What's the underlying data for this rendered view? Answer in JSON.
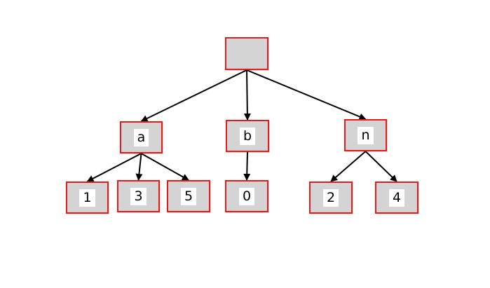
{
  "diagram": {
    "type": "tree",
    "colors": {
      "node_fill": "#d4d4d4",
      "node_border": "#e31b1b",
      "edge": "#000000"
    },
    "nodes": {
      "root": {
        "label": ""
      },
      "a": {
        "label": "a"
      },
      "b": {
        "label": "b"
      },
      "n": {
        "label": "n"
      },
      "leaf_1": {
        "label": "1"
      },
      "leaf_3": {
        "label": "3"
      },
      "leaf_5": {
        "label": "5"
      },
      "leaf_0": {
        "label": "0"
      },
      "leaf_2": {
        "label": "2"
      },
      "leaf_4": {
        "label": "4"
      }
    },
    "edges": [
      [
        "root",
        "a"
      ],
      [
        "root",
        "b"
      ],
      [
        "root",
        "n"
      ],
      [
        "a",
        "leaf_1"
      ],
      [
        "a",
        "leaf_3"
      ],
      [
        "a",
        "leaf_5"
      ],
      [
        "b",
        "leaf_0"
      ],
      [
        "n",
        "leaf_2"
      ],
      [
        "n",
        "leaf_4"
      ]
    ]
  }
}
